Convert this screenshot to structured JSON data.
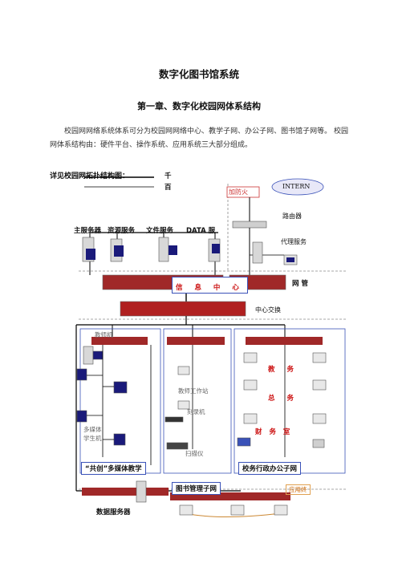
{
  "document": {
    "title": "数字化图书馆系统",
    "chapter_heading": "第一章、数字化校园网体系结构",
    "paragraph": "校园网网络系统体系可分为校园网网络中心、教学子网、办公子网、图书馆子网等。  校园网体系结构由：硬件平台、操作系统、应用系统三大部分组成。",
    "see_topology": "详见校园网拓扑结构图："
  },
  "diagram": {
    "legend": {
      "thousand": "千",
      "hundred": "百"
    },
    "servers": {
      "main": "主服务器",
      "resource": "资源服务",
      "file": "文件服务",
      "data": "DATA 服"
    },
    "internet": {
      "firewall": "加防火",
      "cloud": "INTERN",
      "router": "路由器",
      "proxy": "代理服务"
    },
    "info_center": "信 息 中 心",
    "netmgmt": "网  管",
    "core_switch": "中心交换",
    "teaching": {
      "teacher_pc": "教师机",
      "multimedia": "多媒体",
      "student_pc": "学生机",
      "workstation": "教师工作站",
      "recorder": "刻录机",
      "scanner": "扫描仪",
      "subnet_label": "“共创”多媒体教学"
    },
    "office": {
      "academic": "教  务",
      "general": "总  务",
      "finance": "财 务 室",
      "subnet_label": "校务行政办公子网"
    },
    "library": {
      "subnet_label": "图书管理子网",
      "app_terminal": "应用终",
      "data_server": "数据服务器"
    },
    "colors": {
      "accent_red": "#cc1111",
      "switch_red": "#b02020",
      "frame_blue": "#3a52b8"
    }
  }
}
